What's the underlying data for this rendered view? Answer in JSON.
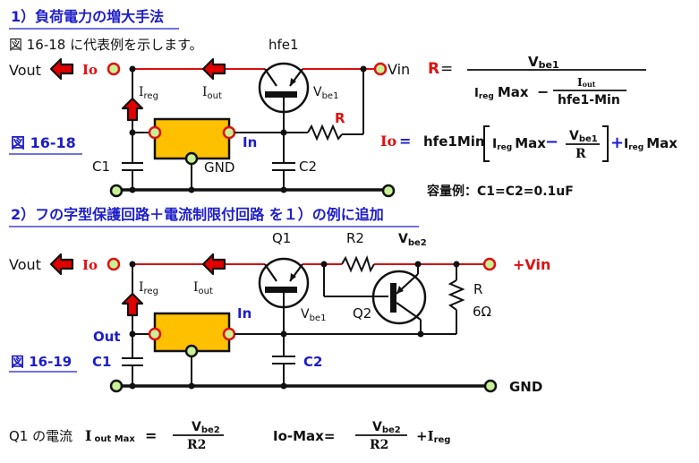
{
  "colors": {
    "heading": "#1d1dc8",
    "wire_red": "#d81010",
    "arrow_fill": "#e00000",
    "regulator_fill": "#ffc000",
    "terminal_fill": "#c8f096",
    "terminal_red": "#e01010",
    "label_red": "#e01010",
    "label_blue": "#1d1dc8"
  },
  "section1": {
    "heading": "1）負荷電力の増大手法",
    "intro": "図 16-18 に代表例を示します。",
    "figure_label": "図 16-18",
    "labels": {
      "hfe1": "hfe1",
      "vout": "Vout",
      "io": "Io",
      "vin": "Vin",
      "ireg_main": "I",
      "ireg_sub": "reg",
      "iout_main": "I",
      "iout_sub": "out",
      "vbe1_main": "V",
      "vbe1_sub": "be1",
      "r": "R",
      "in": "In",
      "gnd": "GND",
      "c1": "C1",
      "c2": "C2"
    },
    "formula_r": {
      "lhs": "R",
      "eq": "=",
      "num_main": "V",
      "num_sub": "be1",
      "den_ireg_main": "I",
      "den_ireg_sub": "reg",
      "den_max": "Max",
      "minus": "−",
      "inner_num": "I",
      "inner_num_sub": "out",
      "inner_den": "hfe1-Min"
    },
    "formula_io": {
      "lhs": "Io",
      "eq": "=",
      "hfe": "hfe1Min",
      "ireg_main": "I",
      "ireg_sub": "reg",
      "max": "Max",
      "minus": "−",
      "num_main": "V",
      "num_sub": "be1",
      "den": "R",
      "plus": "+",
      "ireg2_main": "I",
      "ireg2_sub": "reg",
      "max2": "Max"
    },
    "capacity": "容量例：C1=C2=0.1uF"
  },
  "section2": {
    "heading": "2）フの字型保護回路＋電流制限付回路 を１）の例に追加",
    "figure_label": "図 16-19",
    "labels": {
      "q1": "Q1",
      "r2": "R2",
      "vbe2_main": "V",
      "vbe2_sub": "be2",
      "vout": "Vout",
      "io": "Io",
      "vin": "+Vin",
      "ireg_main": "I",
      "ireg_sub": "reg",
      "iout_main": "I",
      "iout_sub": "out",
      "vbe1_main": "V",
      "vbe1_sub": "be1",
      "q2": "Q2",
      "r": "R",
      "r_value": "6Ω",
      "in": "In",
      "out": "Out",
      "c1": "C1",
      "c2": "C2",
      "gnd": "GND"
    },
    "formula_q1": {
      "prefix": "Q1 の電流",
      "i_main": "I",
      "i_sub": "out Max",
      "eq": "=",
      "num_main": "V",
      "num_sub": "be2",
      "den": "R2"
    },
    "formula_iomax": {
      "lhs": "Io-Max=",
      "num_main": "V",
      "num_sub": "be2",
      "den": "R2",
      "plus": "+I",
      "plus_sub": "reg"
    }
  }
}
